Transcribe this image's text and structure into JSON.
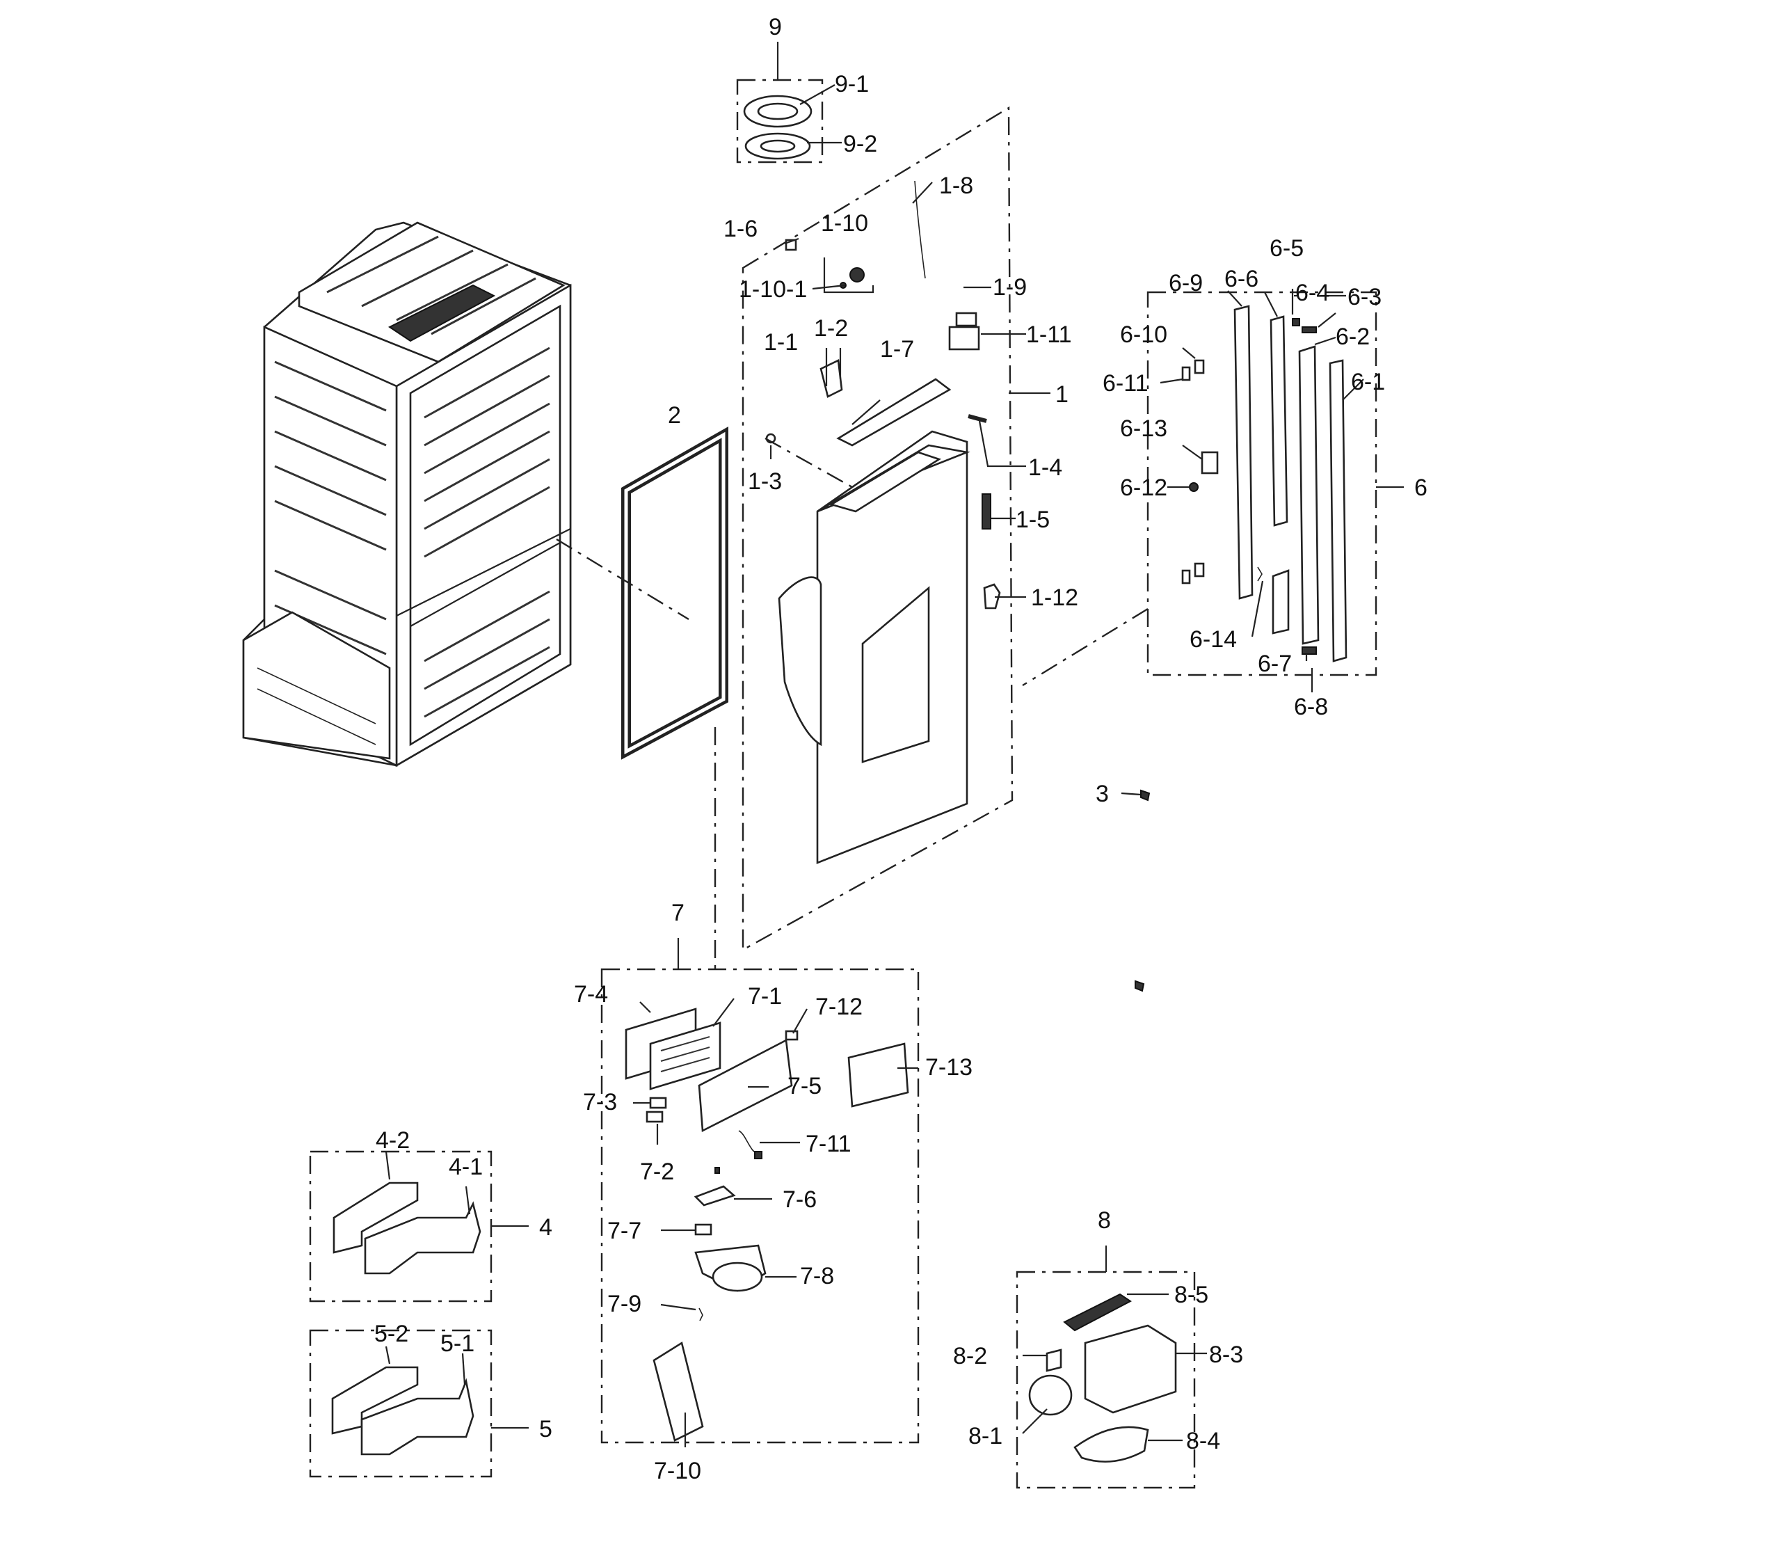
{
  "diagram": {
    "labels": {
      "9": "9",
      "9-1": "9-1",
      "9-2": "9-2",
      "1": "1",
      "1-1": "1-1",
      "1-2": "1-2",
      "1-3": "1-3",
      "1-4": "1-4",
      "1-5": "1-5",
      "1-6": "1-6",
      "1-7": "1-7",
      "1-8": "1-8",
      "1-9": "1-9",
      "1-10": "1-10",
      "1-10-1": "1-10-1",
      "1-11": "1-11",
      "1-12": "1-12",
      "2": "2",
      "3": "3",
      "4": "4",
      "4-1": "4-1",
      "4-2": "4-2",
      "5": "5",
      "5-1": "5-1",
      "5-2": "5-2",
      "6": "6",
      "6-1": "6-1",
      "6-2": "6-2",
      "6-3": "6-3",
      "6-4": "6-4",
      "6-5": "6-5",
      "6-6": "6-6",
      "6-7": "6-7",
      "6-8": "6-8",
      "6-9": "6-9",
      "6-10": "6-10",
      "6-11": "6-11",
      "6-12": "6-12",
      "6-13": "6-13",
      "6-14": "6-14",
      "7": "7",
      "7-1": "7-1",
      "7-2": "7-2",
      "7-3": "7-3",
      "7-4": "7-4",
      "7-5": "7-5",
      "7-6": "7-6",
      "7-7": "7-7",
      "7-8": "7-8",
      "7-9": "7-9",
      "7-10": "7-10",
      "7-11": "7-11",
      "7-12": "7-12",
      "7-13": "7-13",
      "8": "8",
      "8-1": "8-1",
      "8-2": "8-2",
      "8-3": "8-3",
      "8-4": "8-4",
      "8-5": "8-5"
    }
  }
}
